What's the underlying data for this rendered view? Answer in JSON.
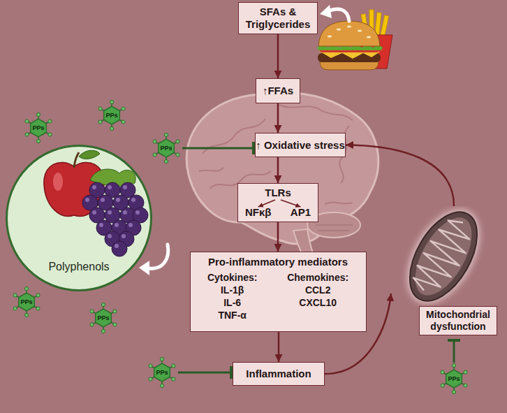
{
  "diagram": {
    "nodes": [
      {
        "text": [
          "SFAs & Triglycerides"
        ]
      },
      {
        "text": [
          "↑FFAs"
        ]
      },
      {
        "text": [
          "PPs"
        ]
      },
      {
        "text": [
          "PPs"
        ]
      },
      {
        "text": [
          "PPs"
        ]
      },
      {
        "text": [
          "↑ Oxidative stress"
        ]
      },
      {
        "text": [
          "TLRs",
          "NFκβ",
          "AP1"
        ]
      },
      {
        "text": [
          "Polyphenols"
        ]
      },
      {
        "text": [
          "Pro-inflammatory mediators",
          "Cytokines:",
          "IL-1β",
          "IL-6",
          "TNF-α",
          "Chemokines:",
          "CCL2",
          "CXCL10"
        ]
      },
      {
        "text": [
          "Mitochondrial dysfunction"
        ]
      },
      {
        "text": [
          "PPs"
        ]
      },
      {
        "text": [
          "PPs"
        ]
      },
      {
        "text": [
          "Inflammation"
        ]
      },
      {
        "text": [
          "PPs"
        ]
      },
      {
        "text": [
          "PPs"
        ]
      }
    ],
    "edges": [
      {
        "from": 0,
        "to": 1,
        "arrow": "to"
      },
      {
        "from": 1,
        "to": 5,
        "arrow": "to"
      },
      {
        "from": 5,
        "to": 6,
        "arrow": "to"
      },
      {
        "from": 6,
        "to": 8,
        "arrow": "to"
      },
      {
        "from": 8,
        "to": 12,
        "arrow": "to"
      },
      {
        "from": 12,
        "to": 9,
        "arrow": "to"
      },
      {
        "from": 9,
        "to": 5,
        "arrow": "to"
      },
      {
        "from": 4,
        "to": 5,
        "arrow": "to"
      },
      {
        "from": 13,
        "to": 12,
        "arrow": "to"
      },
      {
        "from": 14,
        "to": 9,
        "arrow": "to"
      }
    ]
  }
}
